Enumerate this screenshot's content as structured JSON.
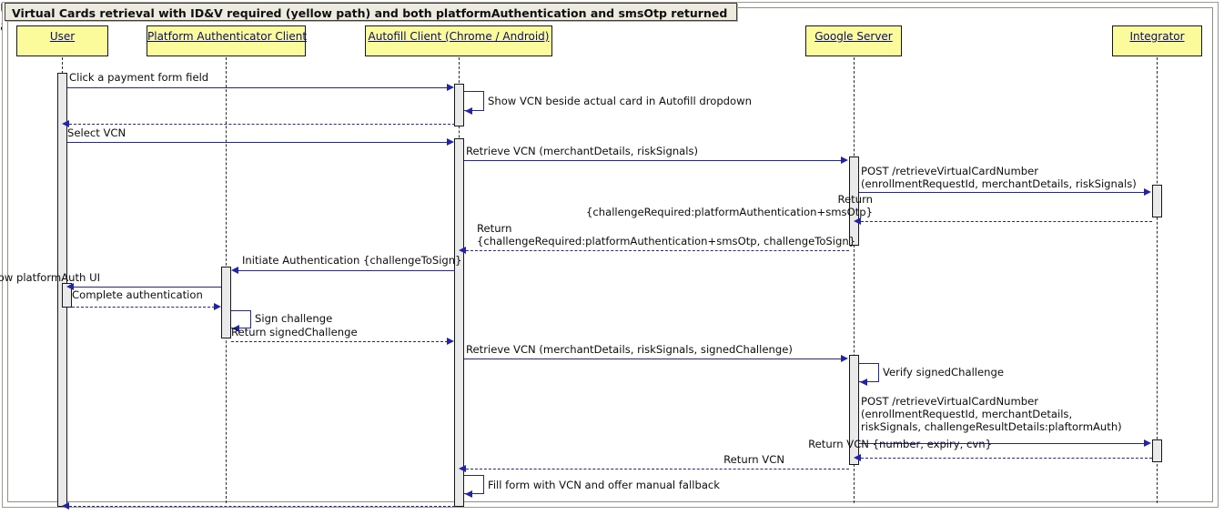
{
  "diagram": {
    "title": "Virtual Cards retrieval with ID&V required (yellow path) and both platformAuthentication and smsOtp returned",
    "type": "uml-sequence-diagram",
    "colors": {
      "participant_fill": "#FBFB9B",
      "participant_border": "#17171B",
      "participant_text": "#0C0C6E",
      "arrow": "#2323A8",
      "activation_fill": "#EAEAEA",
      "frame_fill": "#EDEAE0"
    },
    "participants": [
      {
        "id": "user",
        "label": "User"
      },
      {
        "id": "platform",
        "label": "Platform Authenticator Client"
      },
      {
        "id": "autofill",
        "label": "Autofill Client (Chrome / Android)"
      },
      {
        "id": "gserver",
        "label": "Google Server"
      },
      {
        "id": "integrator",
        "label": "Integrator"
      }
    ],
    "messages": [
      {
        "n": 1,
        "from": "user",
        "to": "autofill",
        "kind": "sync",
        "text": "Click a payment form field"
      },
      {
        "n": 2,
        "from": "autofill",
        "to": "autofill",
        "kind": "self",
        "text": "Show VCN beside actual card in Autofill dropdown"
      },
      {
        "n": 3,
        "from": "autofill",
        "to": "user",
        "kind": "return",
        "text": ""
      },
      {
        "n": 4,
        "from": "user",
        "to": "autofill",
        "kind": "sync",
        "text": "Select VCN"
      },
      {
        "n": 5,
        "from": "autofill",
        "to": "gserver",
        "kind": "sync",
        "text": "Retrieve VCN (merchantDetails, riskSignals)"
      },
      {
        "n": 6,
        "from": "gserver",
        "to": "integrator",
        "kind": "sync",
        "text": "POST /retrieveVirtualCardNumber\n(enrollmentRequestId, merchantDetails, riskSignals)"
      },
      {
        "n": 7,
        "from": "integrator",
        "to": "gserver",
        "kind": "return",
        "text": "Return\n{challengeRequired:platformAuthentication+smsOtp}"
      },
      {
        "n": 8,
        "from": "gserver",
        "to": "autofill",
        "kind": "return",
        "text": "Return\n{challengeRequired:platformAuthentication+smsOtp, challengeToSign}"
      },
      {
        "n": 9,
        "from": "autofill",
        "to": "platform",
        "kind": "sync",
        "text": "Initiate Authentication {challengeToSign}"
      },
      {
        "n": 10,
        "from": "platform",
        "to": "user",
        "kind": "sync",
        "text": "Show platformAuth UI"
      },
      {
        "n": 11,
        "from": "user",
        "to": "platform",
        "kind": "return",
        "text": "Complete authentication"
      },
      {
        "n": 12,
        "from": "platform",
        "to": "platform",
        "kind": "self",
        "text": "Sign challenge"
      },
      {
        "n": 13,
        "from": "platform",
        "to": "autofill",
        "kind": "return",
        "text": "Return signedChallenge"
      },
      {
        "n": 14,
        "from": "autofill",
        "to": "gserver",
        "kind": "sync",
        "text": "Retrieve VCN (merchantDetails, riskSignals, signedChallenge)"
      },
      {
        "n": 15,
        "from": "gserver",
        "to": "gserver",
        "kind": "self",
        "text": "Verify signedChallenge"
      },
      {
        "n": 16,
        "from": "gserver",
        "to": "integrator",
        "kind": "sync",
        "text": "POST /retrieveVirtualCardNumber\n(enrollmentRequestId, merchantDetails,\nriskSignals, challengeResultDetails:plaftormAuth)"
      },
      {
        "n": 17,
        "from": "integrator",
        "to": "gserver",
        "kind": "return",
        "text": "Return VCN {number, expiry, cvn}"
      },
      {
        "n": 18,
        "from": "gserver",
        "to": "autofill",
        "kind": "return",
        "text": "Return VCN"
      },
      {
        "n": 19,
        "from": "autofill",
        "to": "autofill",
        "kind": "self",
        "text": "Fill form with VCN and offer manual fallback"
      },
      {
        "n": 20,
        "from": "autofill",
        "to": "user",
        "kind": "return",
        "text": ""
      }
    ],
    "labels": {
      "m1": "Click a payment form field",
      "m2": "Show VCN beside actual card in Autofill dropdown",
      "m4": "Select VCN",
      "m5": "Retrieve VCN (merchantDetails, riskSignals)",
      "m6a": "POST /retrieveVirtualCardNumber",
      "m6b": "(enrollmentRequestId, merchantDetails, riskSignals)",
      "m7a": "Return",
      "m7b": "{challengeRequired:platformAuthentication+smsOtp}",
      "m8a": "Return",
      "m8b": "{challengeRequired:platformAuthentication+smsOtp, challengeToSign}",
      "m9": "Initiate Authentication {challengeToSign}",
      "m10": "Show platformAuth UI",
      "m11": "Complete authentication",
      "m12": "Sign challenge",
      "m13": "Return signedChallenge",
      "m14": "Retrieve VCN (merchantDetails, riskSignals, signedChallenge)",
      "m15": "Verify signedChallenge",
      "m16a": "POST /retrieveVirtualCardNumber",
      "m16b": "(enrollmentRequestId, merchantDetails,",
      "m16c": "riskSignals, challengeResultDetails:plaftormAuth)",
      "m17": "Return VCN {number, expiry, cvn}",
      "m18": "Return VCN",
      "m19": "Fill form with VCN and offer manual fallback"
    }
  }
}
